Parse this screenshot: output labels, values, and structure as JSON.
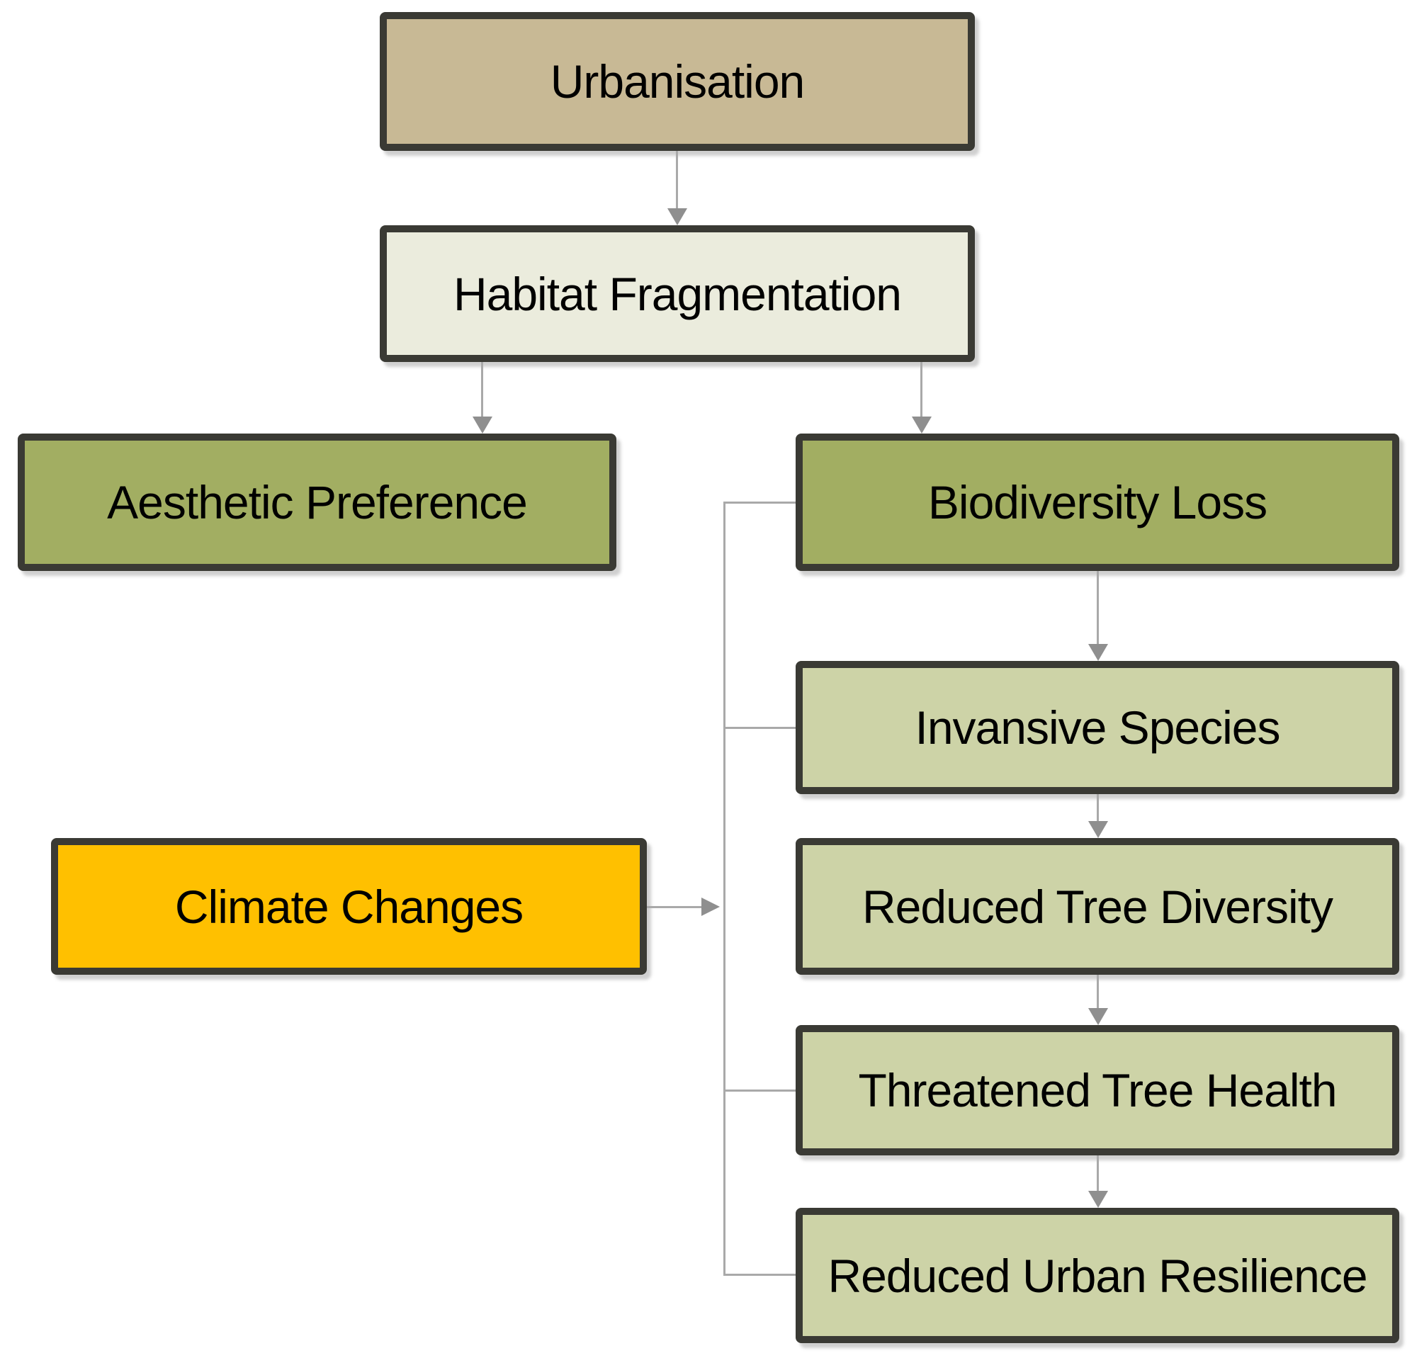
{
  "diagram": {
    "title": "Urban tree biodiversity cause-effect flowchart",
    "palette": {
      "tan": "#c8b995",
      "cream": "#ebecdd",
      "olive": "#a2ae62",
      "sage": "#cdd3a7",
      "amber": "#ffc000",
      "box_border": "#3a3a34",
      "connector_gray": "#a9a9a9",
      "text": "#000000",
      "background": "#ffffff"
    },
    "nodes": [
      {
        "id": "urbanisation",
        "label": "Urbanisation",
        "fill": "tan"
      },
      {
        "id": "habitat-fragmentation",
        "label": "Habitat Fragmentation",
        "fill": "cream"
      },
      {
        "id": "aesthetic-preference",
        "label": "Aesthetic Preference",
        "fill": "olive"
      },
      {
        "id": "biodiversity-loss",
        "label": "Biodiversity Loss",
        "fill": "olive"
      },
      {
        "id": "invansive-species",
        "label": "Invansive Species",
        "fill": "sage"
      },
      {
        "id": "climate-changes",
        "label": "Climate Changes",
        "fill": "amber"
      },
      {
        "id": "reduced-tree-diversity",
        "label": "Reduced Tree Diversity",
        "fill": "sage"
      },
      {
        "id": "threatened-tree-health",
        "label": "Threatened Tree Health",
        "fill": "sage"
      },
      {
        "id": "reduced-urban-resilience",
        "label": "Reduced Urban Resilience",
        "fill": "sage"
      }
    ],
    "edges": [
      {
        "from": "urbanisation",
        "to": "habitat-fragmentation",
        "style": "arrow"
      },
      {
        "from": "habitat-fragmentation",
        "to": "aesthetic-preference",
        "style": "arrow"
      },
      {
        "from": "habitat-fragmentation",
        "to": "biodiversity-loss",
        "style": "arrow"
      },
      {
        "from": "biodiversity-loss",
        "to": "invansive-species",
        "style": "arrow"
      },
      {
        "from": "invansive-species",
        "to": "reduced-tree-diversity",
        "style": "arrow"
      },
      {
        "from": "reduced-tree-diversity",
        "to": "threatened-tree-health",
        "style": "arrow"
      },
      {
        "from": "threatened-tree-health",
        "to": "reduced-urban-resilience",
        "style": "arrow"
      },
      {
        "from": "climate-changes",
        "to": "side-connector",
        "style": "arrow"
      },
      {
        "from": "side-connector",
        "to": "biodiversity-loss",
        "style": "line"
      },
      {
        "from": "side-connector",
        "to": "invansive-species",
        "style": "line"
      },
      {
        "from": "side-connector",
        "to": "threatened-tree-health",
        "style": "line"
      },
      {
        "from": "side-connector",
        "to": "reduced-urban-resilience",
        "style": "line"
      }
    ]
  }
}
